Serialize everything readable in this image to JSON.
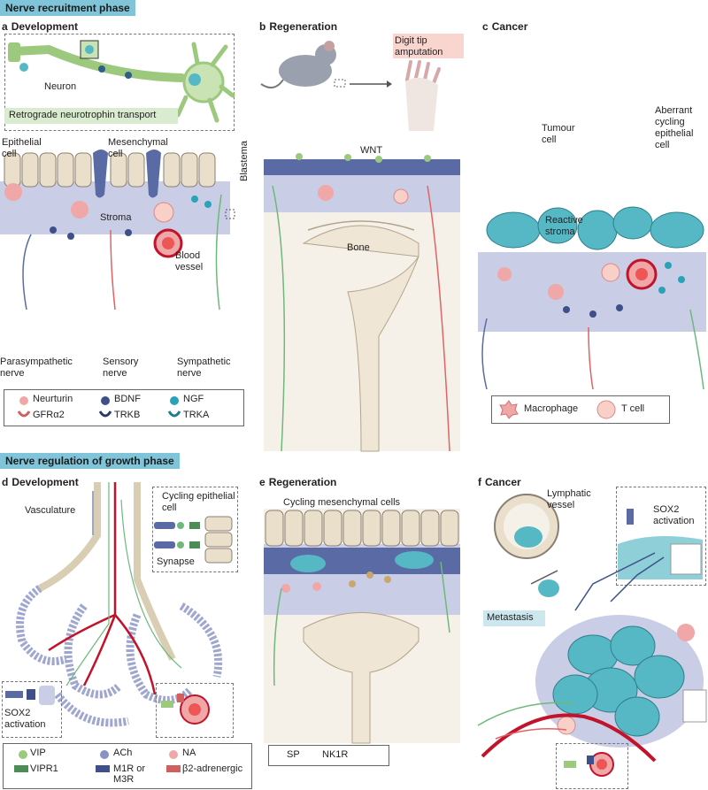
{
  "phases": {
    "recruitment": "Nerve recruitment phase",
    "growth": "Nerve regulation of growth phase"
  },
  "panels": {
    "a": {
      "letter": "a",
      "title": "Development"
    },
    "b": {
      "letter": "b",
      "title": "Regeneration"
    },
    "c": {
      "letter": "c",
      "title": "Cancer"
    },
    "d": {
      "letter": "d",
      "title": "Development"
    },
    "e": {
      "letter": "e",
      "title": "Regeneration"
    },
    "f": {
      "letter": "f",
      "title": "Cancer"
    }
  },
  "labels_a": {
    "neuron": "Neuron",
    "retrograde": "Retrograde neurotrophin transport",
    "epithelial": "Epithelial cell",
    "mesenchymal": "Mesenchymal cell",
    "stroma": "Stroma",
    "blood_vessel": "Blood vessel",
    "parasympathetic": "Parasympathetic nerve",
    "sensory": "Sensory nerve",
    "sympathetic": "Sympathetic nerve"
  },
  "labels_b": {
    "digit_tip": "Digit tip amputation",
    "wnt": "WNT",
    "blastema": "Blastema",
    "bone": "Bone"
  },
  "labels_c": {
    "tumour": "Tumour cell",
    "aberrant": "Aberrant cycling epithelial cell",
    "reactive": "Reactive stroma"
  },
  "legend_top_left": {
    "neurturin": "Neurturin",
    "bdnf": "BDNF",
    "ngf": "NGF",
    "gfra2": "GFRα2",
    "trkb": "TRKB",
    "trka": "TRKA"
  },
  "legend_top_right": {
    "macrophage": "Macrophage",
    "tcell": "T cell"
  },
  "labels_d": {
    "vasculature": "Vasculature",
    "cycling_epi": "Cycling epithelial cell",
    "synapse": "Synapse",
    "sox2": "SOX2 activation"
  },
  "labels_e": {
    "cycling_mes": "Cycling mesenchymal cells"
  },
  "labels_f": {
    "lymphatic": "Lymphatic vessel",
    "sox2": "SOX2 activation",
    "metastasis": "Metastasis"
  },
  "legend_bottom_left": {
    "vip": "VIP",
    "vipr1": "VIPR1",
    "ach": "ACh",
    "m1r": "M1R or M3R",
    "na": "NA",
    "b2": "β2-adrenergic"
  },
  "legend_bottom_mid": {
    "sp": "SP",
    "nk1r": "NK1R"
  },
  "colors": {
    "phase_bg": "#7fc4d8",
    "neuron_green": "#9cc97d",
    "stroma": "#c9cde6",
    "blue_cell": "#5a6aa5",
    "tumour_teal": "#56b8c4",
    "vessel_red": "#c2132a",
    "epithelial_beige": "#e9dfca"
  }
}
